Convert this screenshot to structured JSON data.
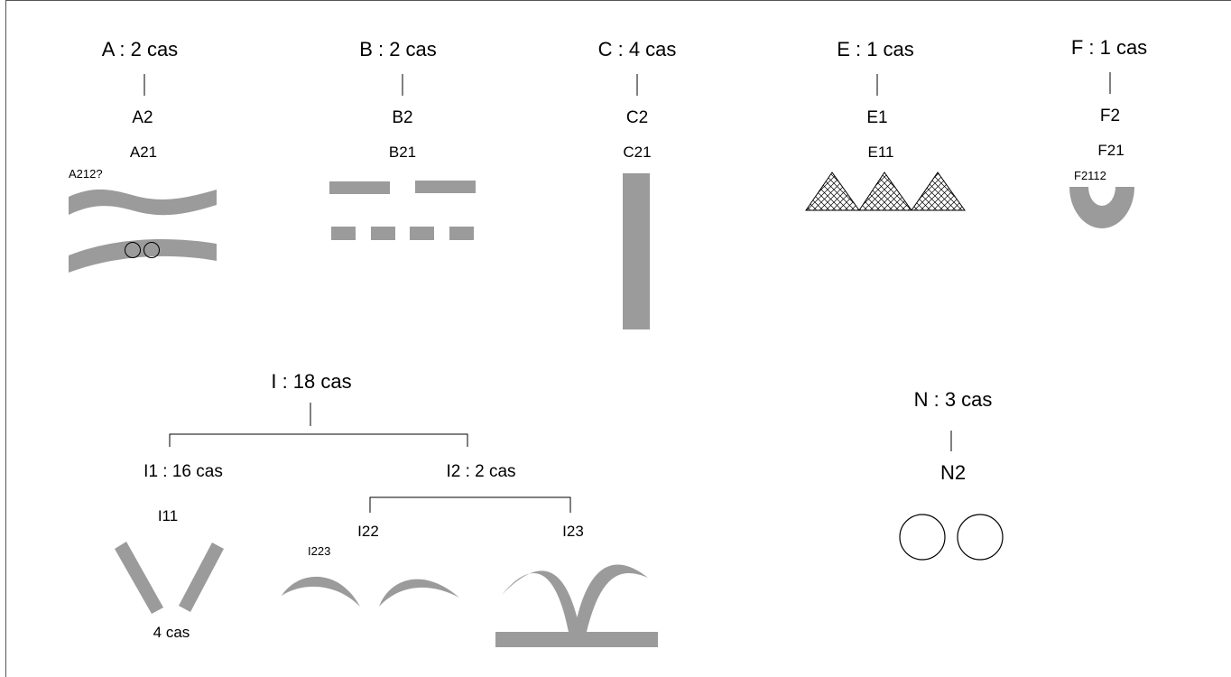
{
  "groups": {
    "A": {
      "title": "A : 2 cas",
      "sub": "A2",
      "code": "A21",
      "note": "A212?"
    },
    "B": {
      "title": "B : 2 cas",
      "sub": "B2",
      "code": "B21"
    },
    "C": {
      "title": "C : 4 cas",
      "sub": "C2",
      "code": "C21"
    },
    "E": {
      "title": "E : 1 cas",
      "sub": "E1",
      "code": "E11"
    },
    "F": {
      "title": "F : 1 cas",
      "sub": "F2",
      "code": "F21",
      "note": "F2112"
    },
    "I": {
      "title": "I : 18 cas",
      "i1": {
        "title": "I1 : 16 cas",
        "code": "I11",
        "count": "4  cas"
      },
      "i2": {
        "title": "I2 : 2 cas",
        "i22": "I22",
        "i223": "I223",
        "i23": "I23"
      }
    },
    "N": {
      "title": "N : 3 cas",
      "sub": "N2"
    }
  },
  "colors": {
    "shape_fill": "#9b9b9b",
    "line": "#000000",
    "frame": "#555555"
  }
}
